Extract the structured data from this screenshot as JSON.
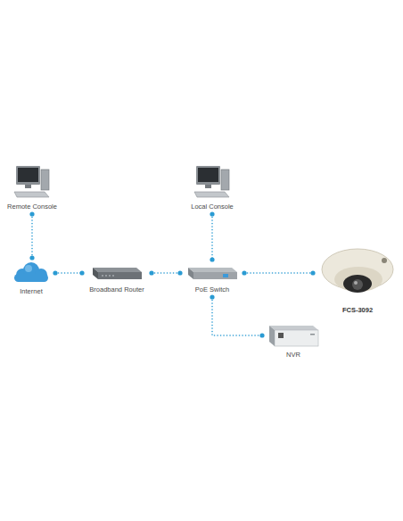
{
  "diagram": {
    "nodes": [
      {
        "text": [
          "Remote Console"
        ]
      },
      {
        "text": [
          "Local Console"
        ]
      },
      {
        "text": [
          "Internet"
        ]
      },
      {
        "text": [
          "Broadband Router"
        ]
      },
      {
        "text": [
          "PoE Switch"
        ]
      },
      {
        "text": [
          "FCS-3092"
        ]
      },
      {
        "text": [
          "NVR"
        ]
      }
    ],
    "edges": [
      {
        "from": 0,
        "to": 2,
        "arrow": "none"
      },
      {
        "from": 2,
        "to": 3,
        "arrow": "none"
      },
      {
        "from": 3,
        "to": 4,
        "arrow": "none"
      },
      {
        "from": 1,
        "to": 4,
        "arrow": "none"
      },
      {
        "from": 4,
        "to": 5,
        "arrow": "none"
      },
      {
        "from": 4,
        "to": 6,
        "arrow": "none"
      }
    ]
  }
}
